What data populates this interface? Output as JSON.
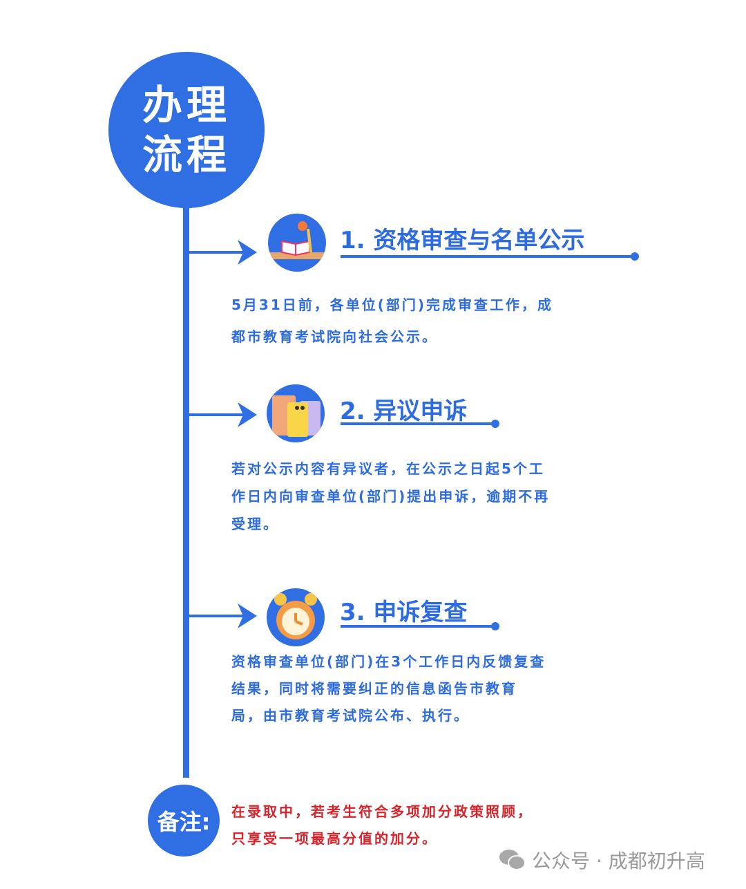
{
  "header": {
    "title_line1": "办理",
    "title_line2": "流程"
  },
  "steps": [
    {
      "title": "1. 资格审查与名单公示",
      "icon": "book-lamp-icon",
      "lines": [
        "5月31日前，各单位(部门)完成审查工作，成",
        "都市教育考试院向社会公示。"
      ]
    },
    {
      "title": "2. 异议申诉",
      "icon": "documents-icon",
      "lines": [
        "若对公示内容有异议者，在公示之日起5个工",
        "作日内向审查单位(部门)提出申诉，逾期不再",
        "受理。"
      ]
    },
    {
      "title": "3. 申诉复查",
      "icon": "alarm-clock-icon",
      "lines": [
        "资格审查单位(部门)在3个工作日内反馈复查",
        "结果，同时将需要纠正的信息函告市教育",
        "局，由市教育考试院公布、执行。"
      ]
    }
  ],
  "note": {
    "label": "备注:",
    "lines": [
      "在录取中，若考生符合多项加分政策照顾，",
      "只享受一项最高分值的加分。"
    ]
  },
  "watermark": {
    "text": "公众号 · 成都初升高",
    "icon": "wechat-icon"
  },
  "colors": {
    "primary": "#2f6fe3",
    "note": "#d8232a"
  }
}
